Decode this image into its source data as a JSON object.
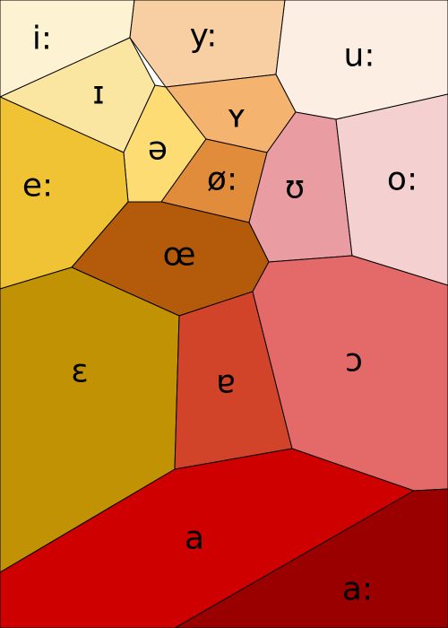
{
  "diagram": {
    "cells": [
      {
        "id": "i-long",
        "label": "i:",
        "color": "#fdf2d2"
      },
      {
        "id": "y-long",
        "label": "y:",
        "color": "#f8cfa2"
      },
      {
        "id": "u-long",
        "label": "u:",
        "color": "#fdeee4"
      },
      {
        "id": "small-cap-i",
        "label": "ɪ",
        "color": "#fbe6a1"
      },
      {
        "id": "schwa",
        "label": "ə",
        "color": "#fcdc73"
      },
      {
        "id": "small-cap-y",
        "label": "ʏ",
        "color": "#f5b370"
      },
      {
        "id": "e-long",
        "label": "e:",
        "color": "#f0c335"
      },
      {
        "id": "o-slash-long",
        "label": "ø:",
        "color": "#e18c3b"
      },
      {
        "id": "upsilon",
        "label": "ʊ",
        "color": "#e99ca1"
      },
      {
        "id": "o-long",
        "label": "o:",
        "color": "#f5d0d1"
      },
      {
        "id": "oe",
        "label": "œ",
        "color": "#b35b0b"
      },
      {
        "id": "open-e",
        "label": "ɛ",
        "color": "#c29205"
      },
      {
        "id": "turned-a",
        "label": "ɐ",
        "color": "#d2442a"
      },
      {
        "id": "open-o",
        "label": "ɔ",
        "color": "#e46a6a"
      },
      {
        "id": "a",
        "label": "a",
        "color": "#cf0100"
      },
      {
        "id": "a-long",
        "label": "a:",
        "color": "#9b0000"
      }
    ]
  }
}
